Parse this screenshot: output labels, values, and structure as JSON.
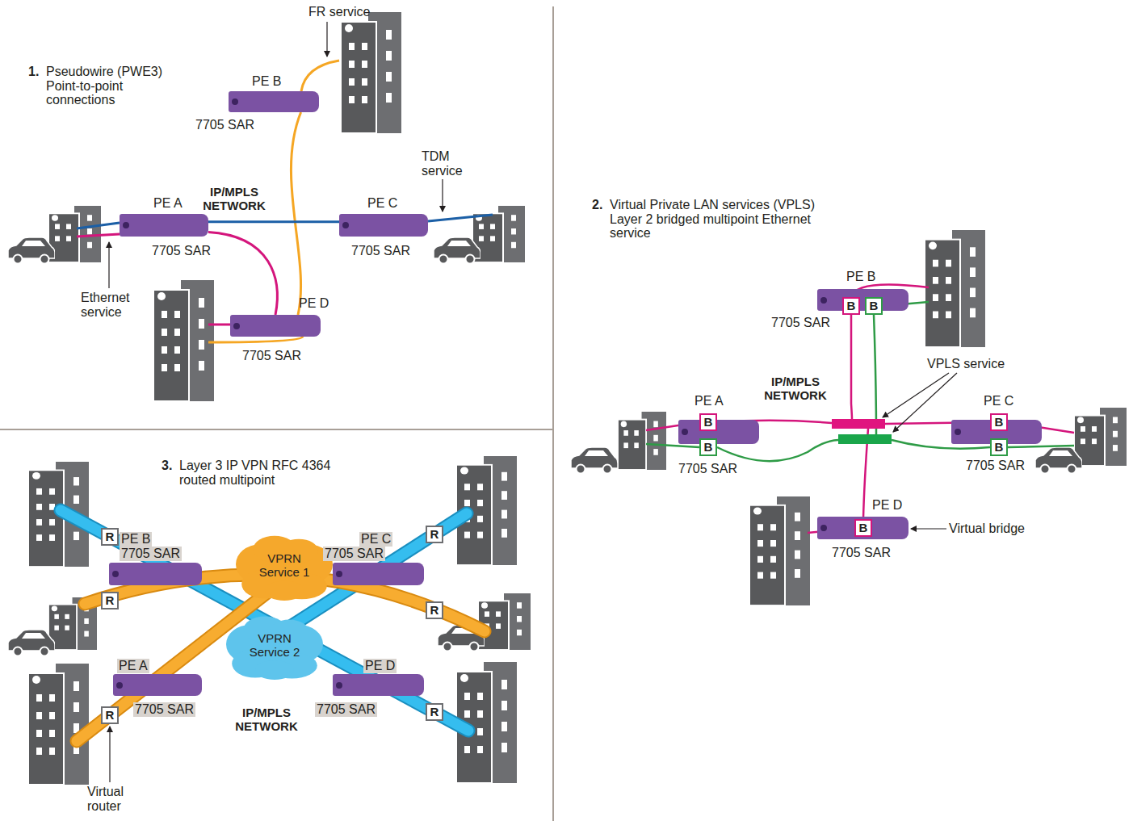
{
  "diagram": {
    "nodes": [
      {
        "text": [
          "IP/MPLS NETWORK"
        ]
      },
      {
        "text": [
          "PE B",
          "7705 SAR"
        ]
      },
      {
        "text": [
          "PE A",
          "7705 SAR"
        ]
      },
      {
        "text": [
          "PE C",
          "7705 SAR"
        ]
      },
      {
        "text": [
          "PE D",
          "7705 SAR"
        ]
      },
      {
        "text": [
          "IP/MPLS NETWORK"
        ]
      },
      {
        "text": [
          "PE B",
          "7705 SAR"
        ]
      },
      {
        "text": [
          "B"
        ],
        "in": 6
      },
      {
        "text": [
          "B"
        ],
        "in": 6
      },
      {
        "text": [
          "PE A",
          "7705 SAR"
        ]
      },
      {
        "text": [
          "B"
        ],
        "in": 9
      },
      {
        "text": [
          "B"
        ],
        "in": 9
      },
      {
        "text": [
          "PE C",
          "7705 SAR"
        ]
      },
      {
        "text": [
          "B"
        ],
        "in": 12
      },
      {
        "text": [
          "B"
        ],
        "in": 12
      },
      {
        "text": [
          "PE D",
          "7705 SAR"
        ]
      },
      {
        "text": [
          "B"
        ],
        "in": 15
      },
      {
        "text": [
          "IP/MPLS NETWORK"
        ]
      },
      {
        "text": [
          "VPRN Service 1"
        ],
        "in": 17
      },
      {
        "text": [
          "VPRN Service 2"
        ],
        "in": 17
      },
      {
        "text": [
          "PE B",
          "7705 SAR"
        ]
      },
      {
        "text": [
          "PE C",
          "7705 SAR"
        ]
      },
      {
        "text": [
          "PE A",
          "7705 SAR"
        ]
      },
      {
        "text": [
          "PE D",
          "7705 SAR"
        ]
      },
      {
        "text": [
          "R"
        ]
      },
      {
        "text": [
          "R"
        ]
      },
      {
        "text": [
          "R"
        ]
      },
      {
        "text": [
          "R"
        ]
      },
      {
        "text": [
          "R"
        ]
      },
      {
        "text": [
          "R"
        ]
      }
    ],
    "edges": [
      {
        "from": 2,
        "to": 4,
        "arrow": "none"
      },
      {
        "from": 1,
        "to": 4,
        "arrow": "none"
      },
      {
        "from": 2,
        "to": 3,
        "arrow": "none"
      }
    ],
    "labels": [
      "1.",
      "Pseudowire (PWE3) Point-to-point connections",
      "FR service",
      "TDM service",
      "Ethernet service",
      "2.",
      "Virtual Private LAN services (VPLS) Layer 2 bridged multipoint Ethernet service",
      "VPLS service",
      "Virtual bridge",
      "3.",
      "Layer 3 IP VPN RFC 4364 routed multipoint",
      "Virtual router"
    ]
  }
}
